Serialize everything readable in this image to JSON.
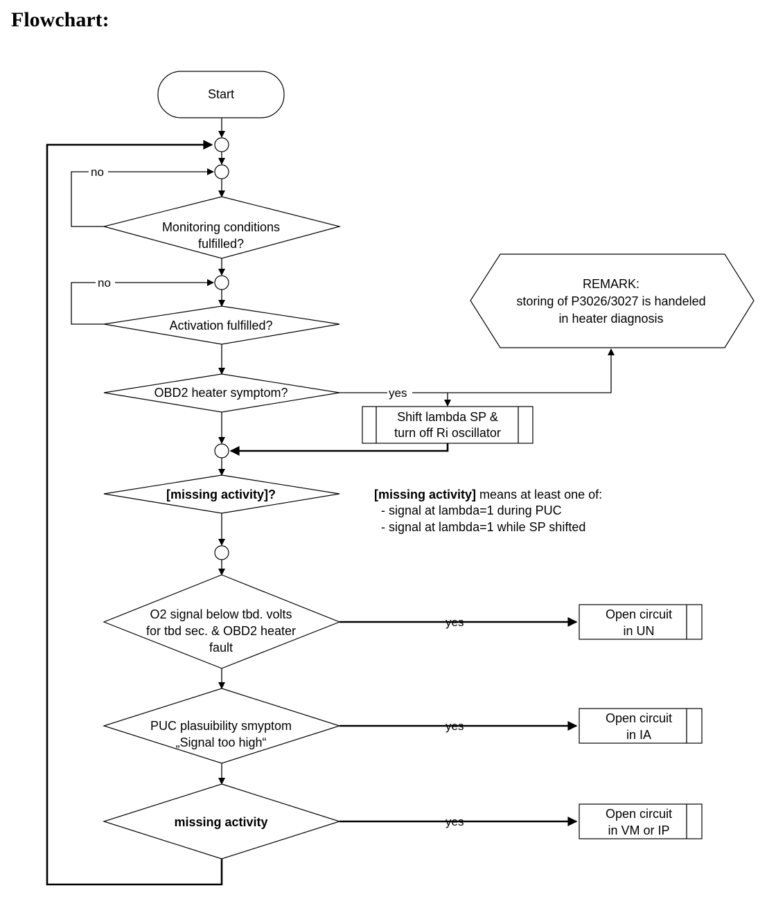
{
  "title": "Flowchart:",
  "nodes": {
    "start": "Start",
    "monitoring": [
      "Monitoring conditions",
      "fulfilled?"
    ],
    "activation": "Activation fulfilled?",
    "obd2_heater": "OBD2 heater symptom?",
    "shift_box": [
      "Shift lambda SP &",
      "turn off Ri oscillator"
    ],
    "remark": [
      "REMARK:",
      "storing of P3026/3027 is handeled",
      "in heater diagnosis"
    ],
    "missing_activity_q": "[missing activity]?",
    "o2_signal": [
      "O2 signal below tbd. volts",
      "for tbd sec. & OBD2 heater",
      "fault"
    ],
    "puc_plaus": [
      "PUC plasuibility smyptom",
      "„Signal too high“"
    ],
    "missing_activity": "missing activity",
    "open_un": [
      "Open circuit",
      "in UN"
    ],
    "open_ia": [
      "Open circuit",
      "in IA"
    ],
    "open_vm": [
      "Open circuit",
      "in VM or IP"
    ]
  },
  "edge_labels": {
    "no": "no",
    "yes": "yes"
  },
  "note": {
    "title": "[missing activity]",
    "title_suffix": " means at least one of:",
    "items": [
      "- signal at lambda=1 during PUC",
      "- signal at lambda=1 while SP shifted"
    ]
  }
}
